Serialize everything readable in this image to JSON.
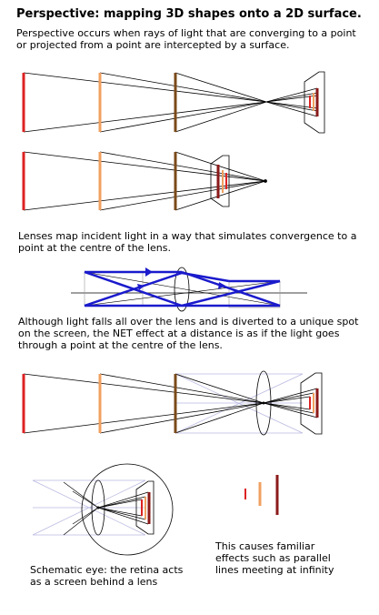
{
  "title": "Perspective: mapping 3D shapes onto a 2D surface.",
  "intro": "Perspective occurs when rays of light that are converging to a point or projected from a point are intercepted by a surface.",
  "lens_text": "Lenses map incident light in a way that simulates convergence to a point at the centre of the lens.",
  "net_text": "Although light falls all over the lens and is diverted to a unique spot on the screen, the NET effect at a distance is as if the light goes through a point at the centre of the lens.",
  "eye_caption": "Schematic eye: the retina acts as a screen behind a lens",
  "familiar_caption": "This causes familiar effects such as parallel lines meeting at infinity",
  "colors": {
    "near_object": "#dd2222",
    "mid_object": "#f0a060",
    "far_object": "#7a4a1a",
    "screen_far": "#8b1a1a",
    "rays": "#000000",
    "lens_rays": "#1a1acc",
    "guide_lines": "#b8b8e0"
  }
}
